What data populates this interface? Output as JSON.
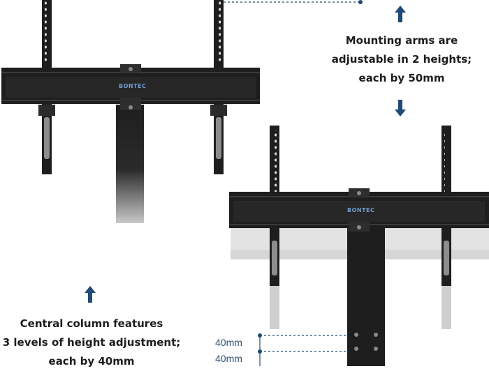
{
  "brand": "BONTEC",
  "top_caption": {
    "line1": "Mounting arms are",
    "line2": "adjustable in 2 heights;",
    "line3": "each by 50mm"
  },
  "bottom_caption": {
    "line1": "Central column features",
    "line2": "3 levels of height adjustment;",
    "line3": "each by 40mm"
  },
  "measurements": [
    "40mm",
    "40mm"
  ],
  "colors": {
    "accent": "#1f4a75",
    "mount_black": "#1e1e1e"
  },
  "icons": [
    "arrow-up-icon",
    "arrow-down-icon"
  ]
}
